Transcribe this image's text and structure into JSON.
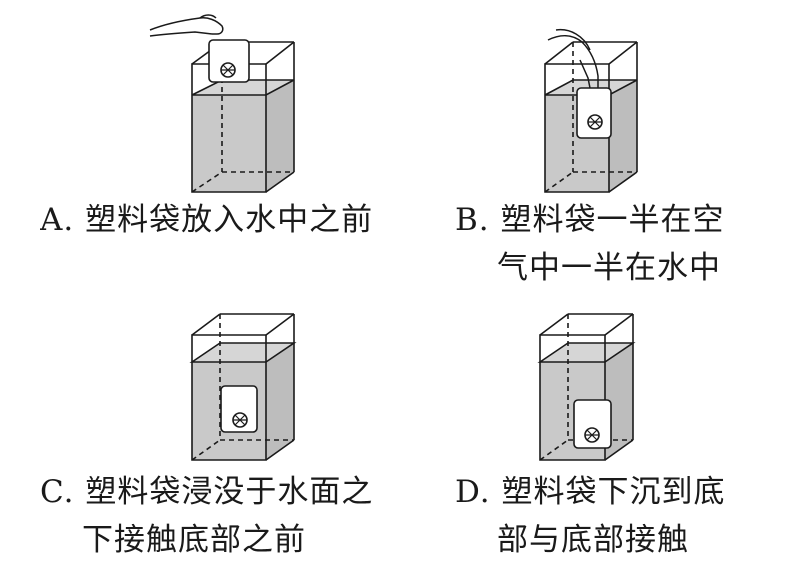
{
  "panels": [
    {
      "id": "A",
      "bag_position": "held above water, before entering",
      "caption_lines": [
        "A. 塑料袋放入水中之前"
      ]
    },
    {
      "id": "B",
      "bag_position": "half in air, half in water",
      "caption_lines": [
        "B. 塑料袋一半在空",
        "气中一半在水中"
      ]
    },
    {
      "id": "C",
      "bag_position": "fully submerged, before touching bottom",
      "caption_lines": [
        "C. 塑料袋浸没于水面之",
        "下接触底部之前"
      ]
    },
    {
      "id": "D",
      "bag_position": "sunk, touching bottom",
      "caption_lines": [
        "D. 塑料袋下沉到底",
        "部与底部接触"
      ]
    }
  ],
  "colors": {
    "water": "#c9c9c9",
    "line": "#1a1a1a",
    "bag_fill": "#ffffff"
  }
}
